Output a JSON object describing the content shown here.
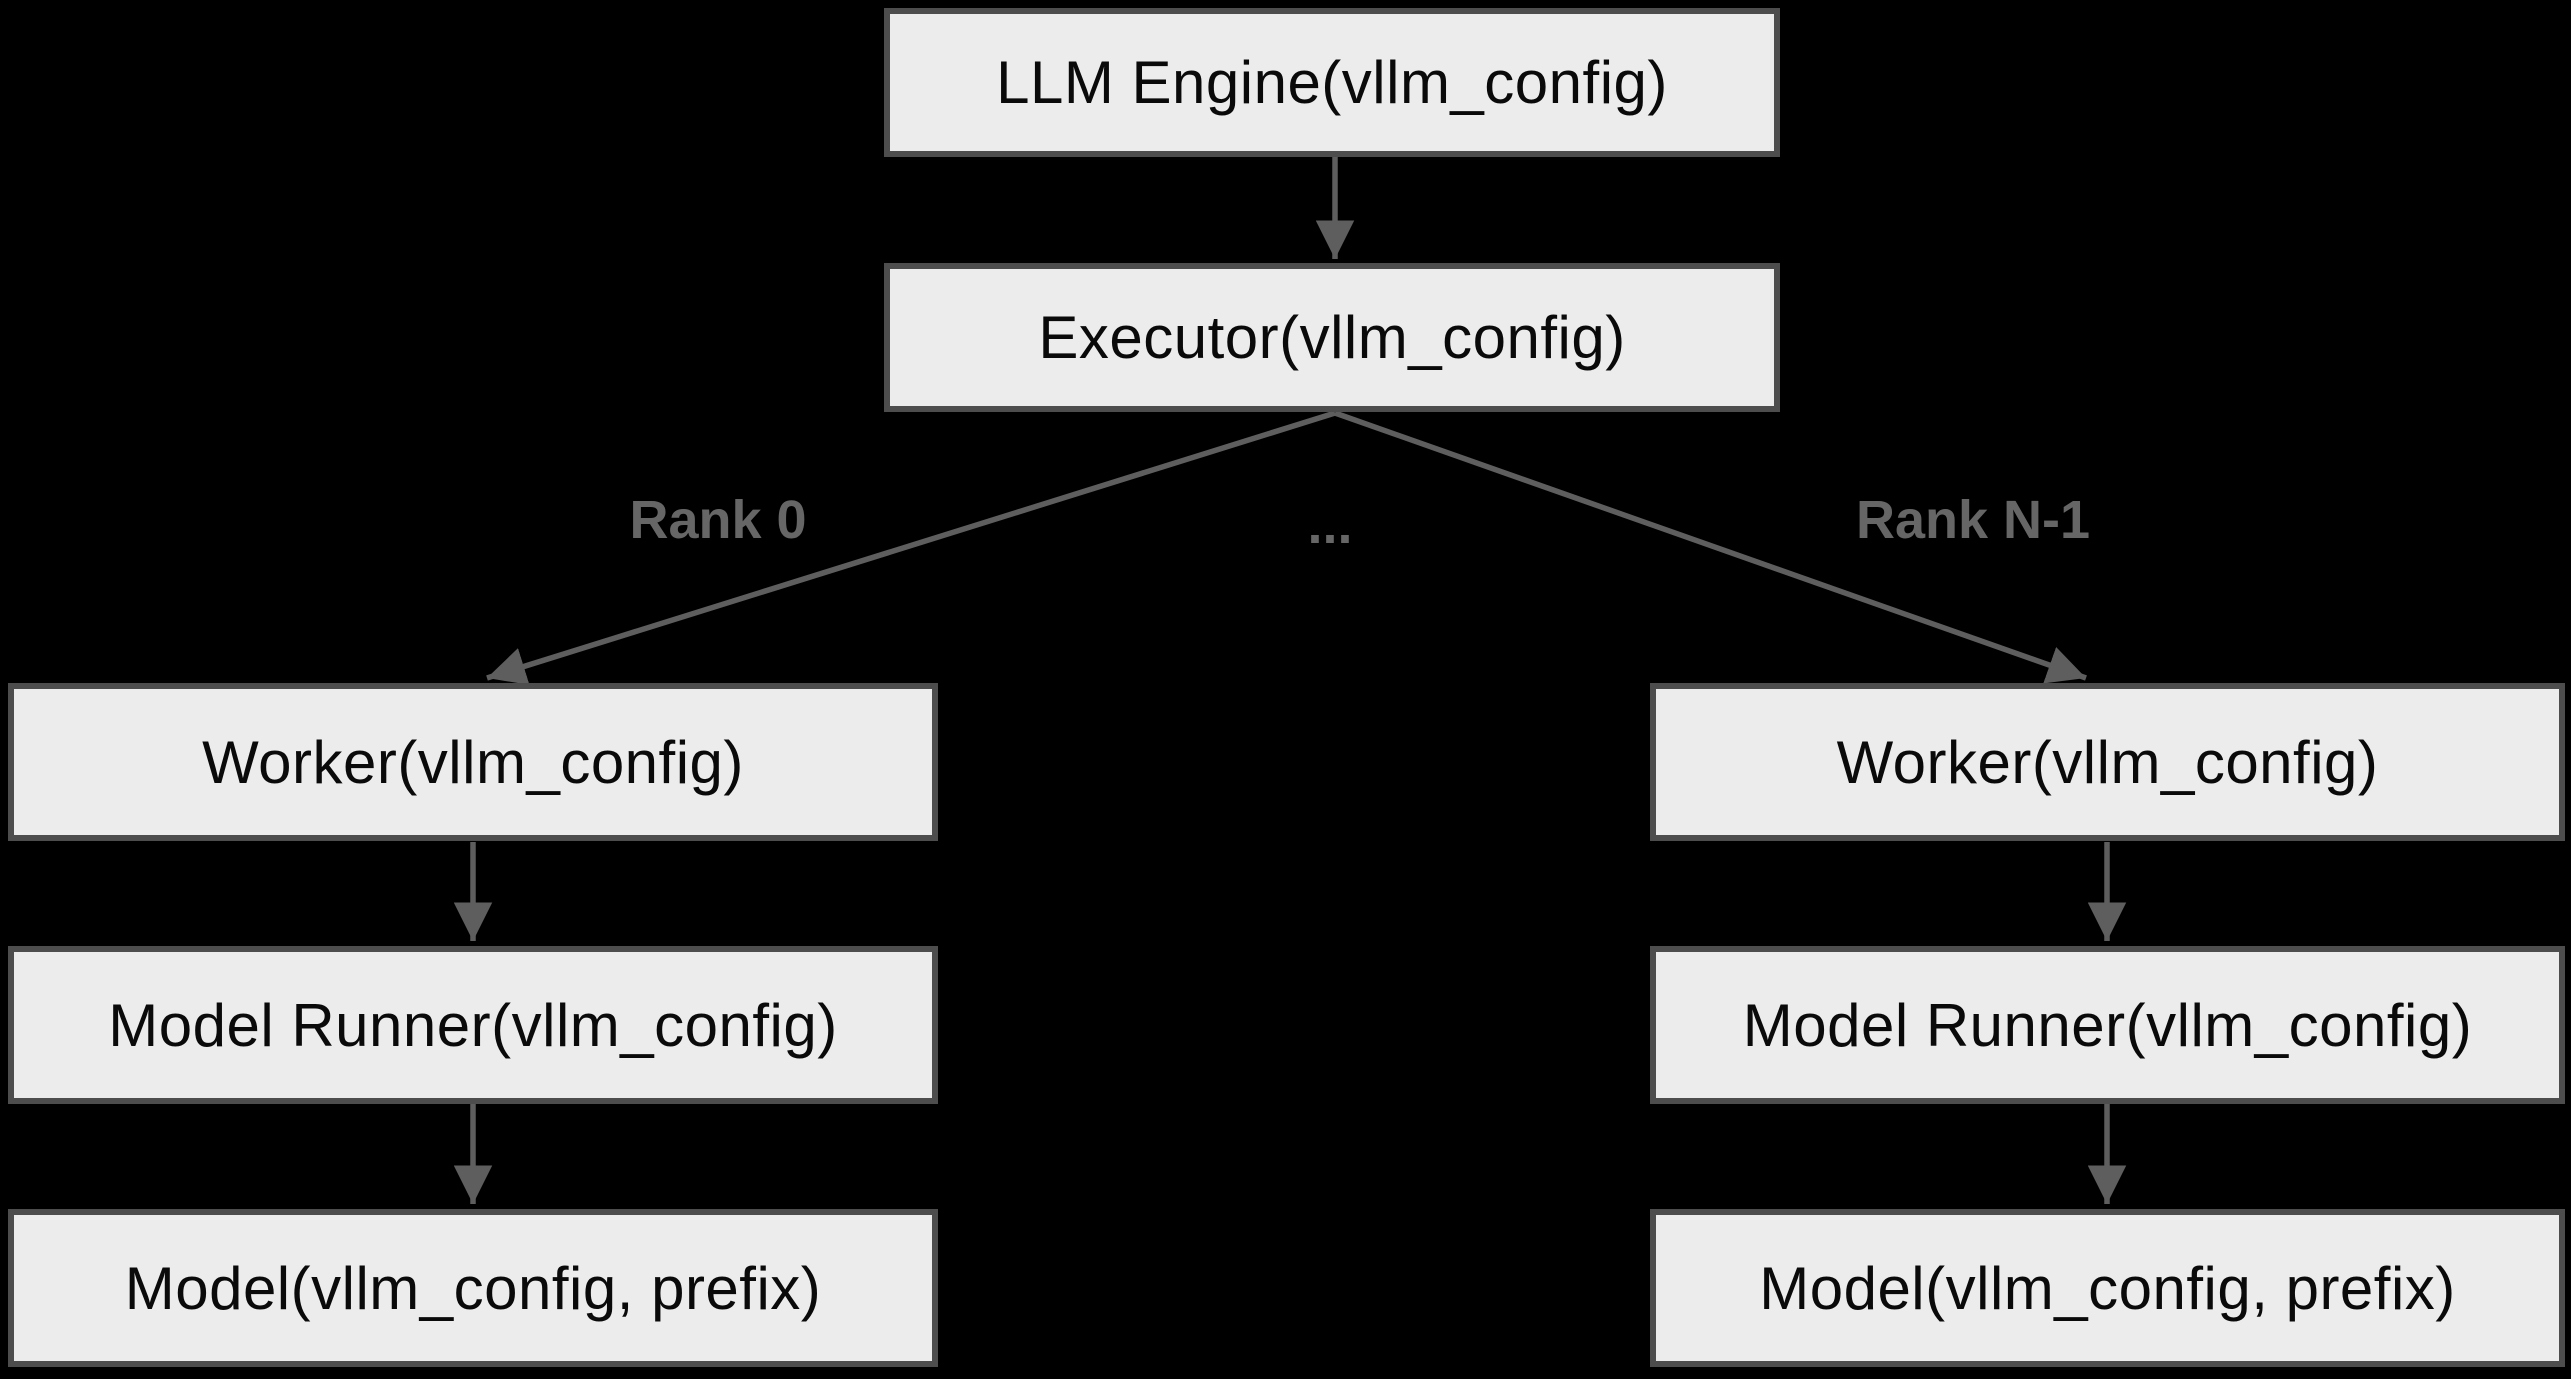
{
  "diagram": {
    "type": "flowchart",
    "colors": {
      "background": "#000000",
      "node_fill": "#ececec",
      "node_border": "#4d4d4d",
      "node_text": "#0a0a0a",
      "edge": "#5e5e5e",
      "edge_label": "#666666"
    },
    "nodes": {
      "llm_engine": {
        "label": "LLM Engine(vllm_config)"
      },
      "executor": {
        "label": "Executor(vllm_config)"
      },
      "worker_left": {
        "label": "Worker(vllm_config)"
      },
      "model_runner_left": {
        "label": "Model Runner(vllm_config)"
      },
      "model_left": {
        "label": "Model(vllm_config, prefix)"
      },
      "worker_right": {
        "label": "Worker(vllm_config)"
      },
      "model_runner_right": {
        "label": "Model Runner(vllm_config)"
      },
      "model_right": {
        "label": "Model(vllm_config, prefix)"
      }
    },
    "edge_labels": {
      "rank_0": "Rank 0",
      "ellipsis": "...",
      "rank_n_1": "Rank N-1"
    },
    "edges": [
      {
        "from": "llm_engine",
        "to": "executor"
      },
      {
        "from": "executor",
        "to": "worker_left",
        "label": "Rank 0"
      },
      {
        "from": "executor",
        "to": "worker_right",
        "label": "Rank N-1"
      },
      {
        "from": "worker_left",
        "to": "model_runner_left"
      },
      {
        "from": "model_runner_left",
        "to": "model_left"
      },
      {
        "from": "worker_right",
        "to": "model_runner_right"
      },
      {
        "from": "model_runner_right",
        "to": "model_right"
      }
    ]
  }
}
